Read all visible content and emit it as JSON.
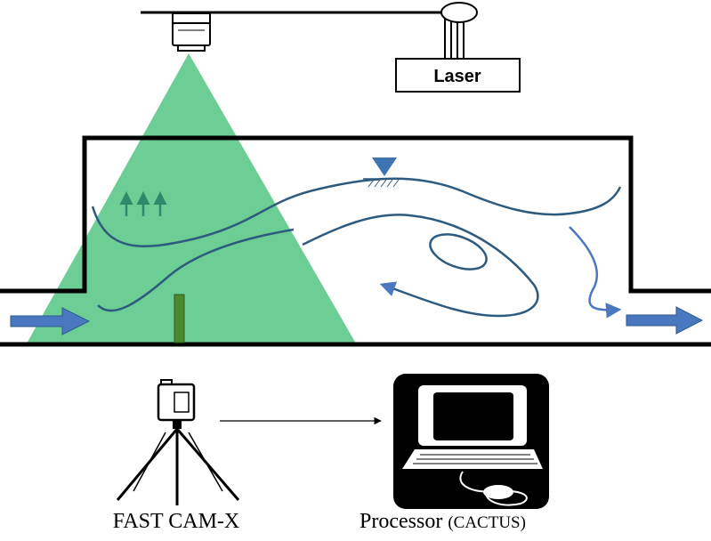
{
  "laser": {
    "label": "Laser"
  },
  "camera": {
    "label": "FAST CAM-X"
  },
  "processor": {
    "label": "Processor",
    "sublabel": "(CACTUS)"
  },
  "colors": {
    "laser_sheet": "#5cc98a",
    "flow_arrow": "#4a78c0",
    "streamline": "#2e5a7e",
    "upward_arrow": "#2a8a6a",
    "water_surface_marker": "#3f74b3",
    "obstacle": "#4a8a2e",
    "outline": "#000000"
  }
}
